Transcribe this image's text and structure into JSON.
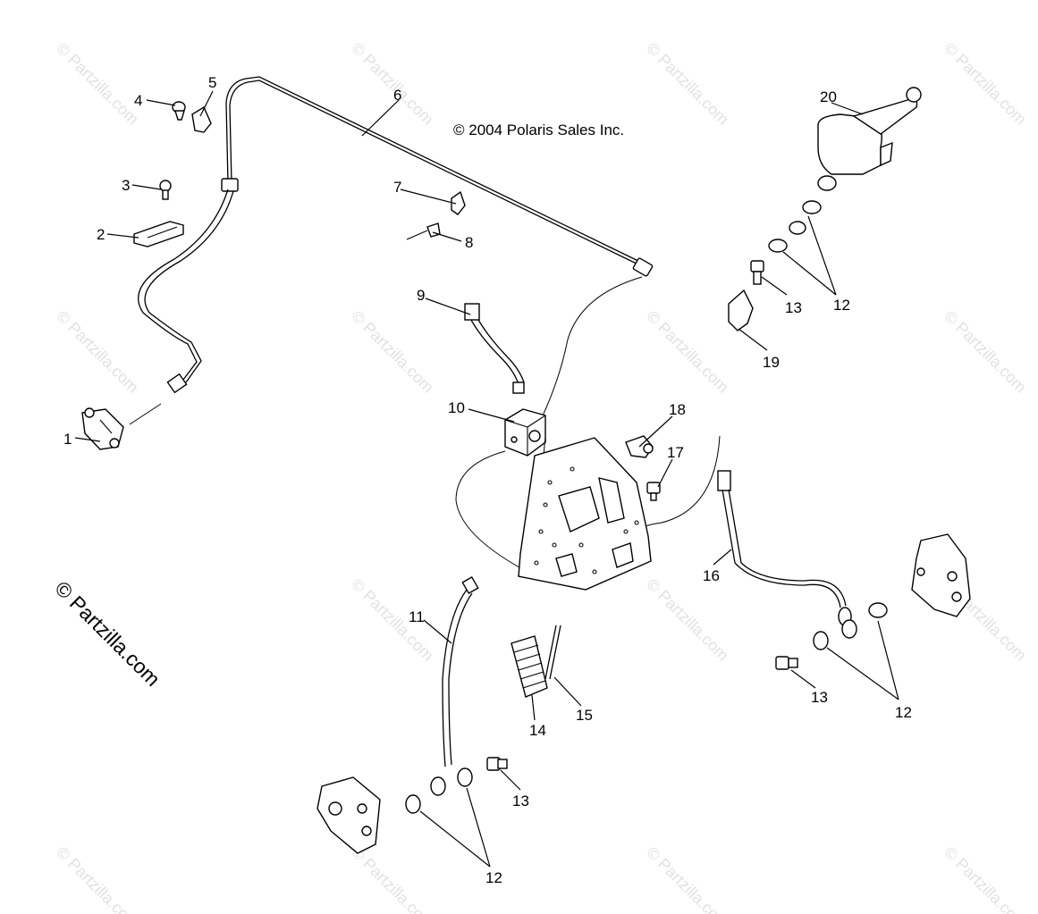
{
  "copyright": "© 2004 Polaris Sales Inc.",
  "side_watermark": "© Partzilla.com",
  "watermark": "© Partzilla.com",
  "callouts": {
    "c1": "1",
    "c2": "2",
    "c3": "3",
    "c4": "4",
    "c5": "5",
    "c6": "6",
    "c7": "7",
    "c8": "8",
    "c9": "9",
    "c10": "10",
    "c11": "11",
    "c12": "12",
    "c13": "13",
    "c14": "14",
    "c15": "15",
    "c16": "16",
    "c17": "17",
    "c18": "18",
    "c19": "19",
    "c20": "20"
  }
}
